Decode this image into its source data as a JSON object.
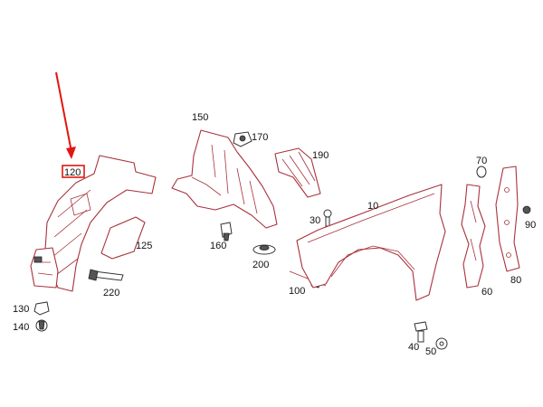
{
  "colors": {
    "part_outline": "#a8323c",
    "hardware": "#333333",
    "highlight": "#e3150f",
    "label": "#111111"
  },
  "parts": {
    "p10": "10",
    "p30": "30",
    "p40": "40",
    "p50": "50",
    "p60": "60",
    "p70": "70",
    "p80": "80",
    "p90": "90",
    "p100": "100",
    "p120": "120",
    "p125": "125",
    "p130": "130",
    "p140": "140",
    "p150": "150",
    "p160": "160",
    "p170": "170",
    "p190": "190",
    "p200": "200",
    "p220": "220"
  },
  "highlighted_part": "120"
}
